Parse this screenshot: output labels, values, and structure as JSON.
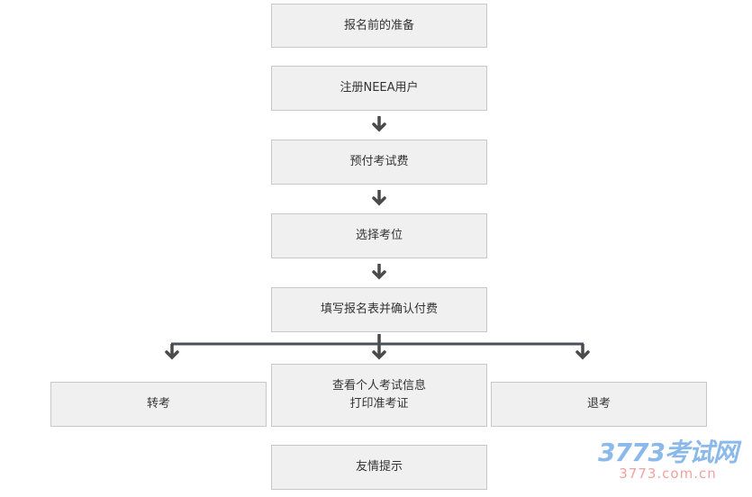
{
  "steps": {
    "prepare": "报名前的准备",
    "register": "注册NEEA用户",
    "prepay": "预付考试费",
    "select_seat": "选择考位",
    "fill_form": "填写报名表并确认付费",
    "view_info_line1": "查看个人考试信息",
    "view_info_line2": "打印准考证",
    "transfer": "转考",
    "withdraw": "退考",
    "tips": "友情提示"
  },
  "watermark": {
    "logo": "3773考试网",
    "url": "3773.com.cn"
  }
}
